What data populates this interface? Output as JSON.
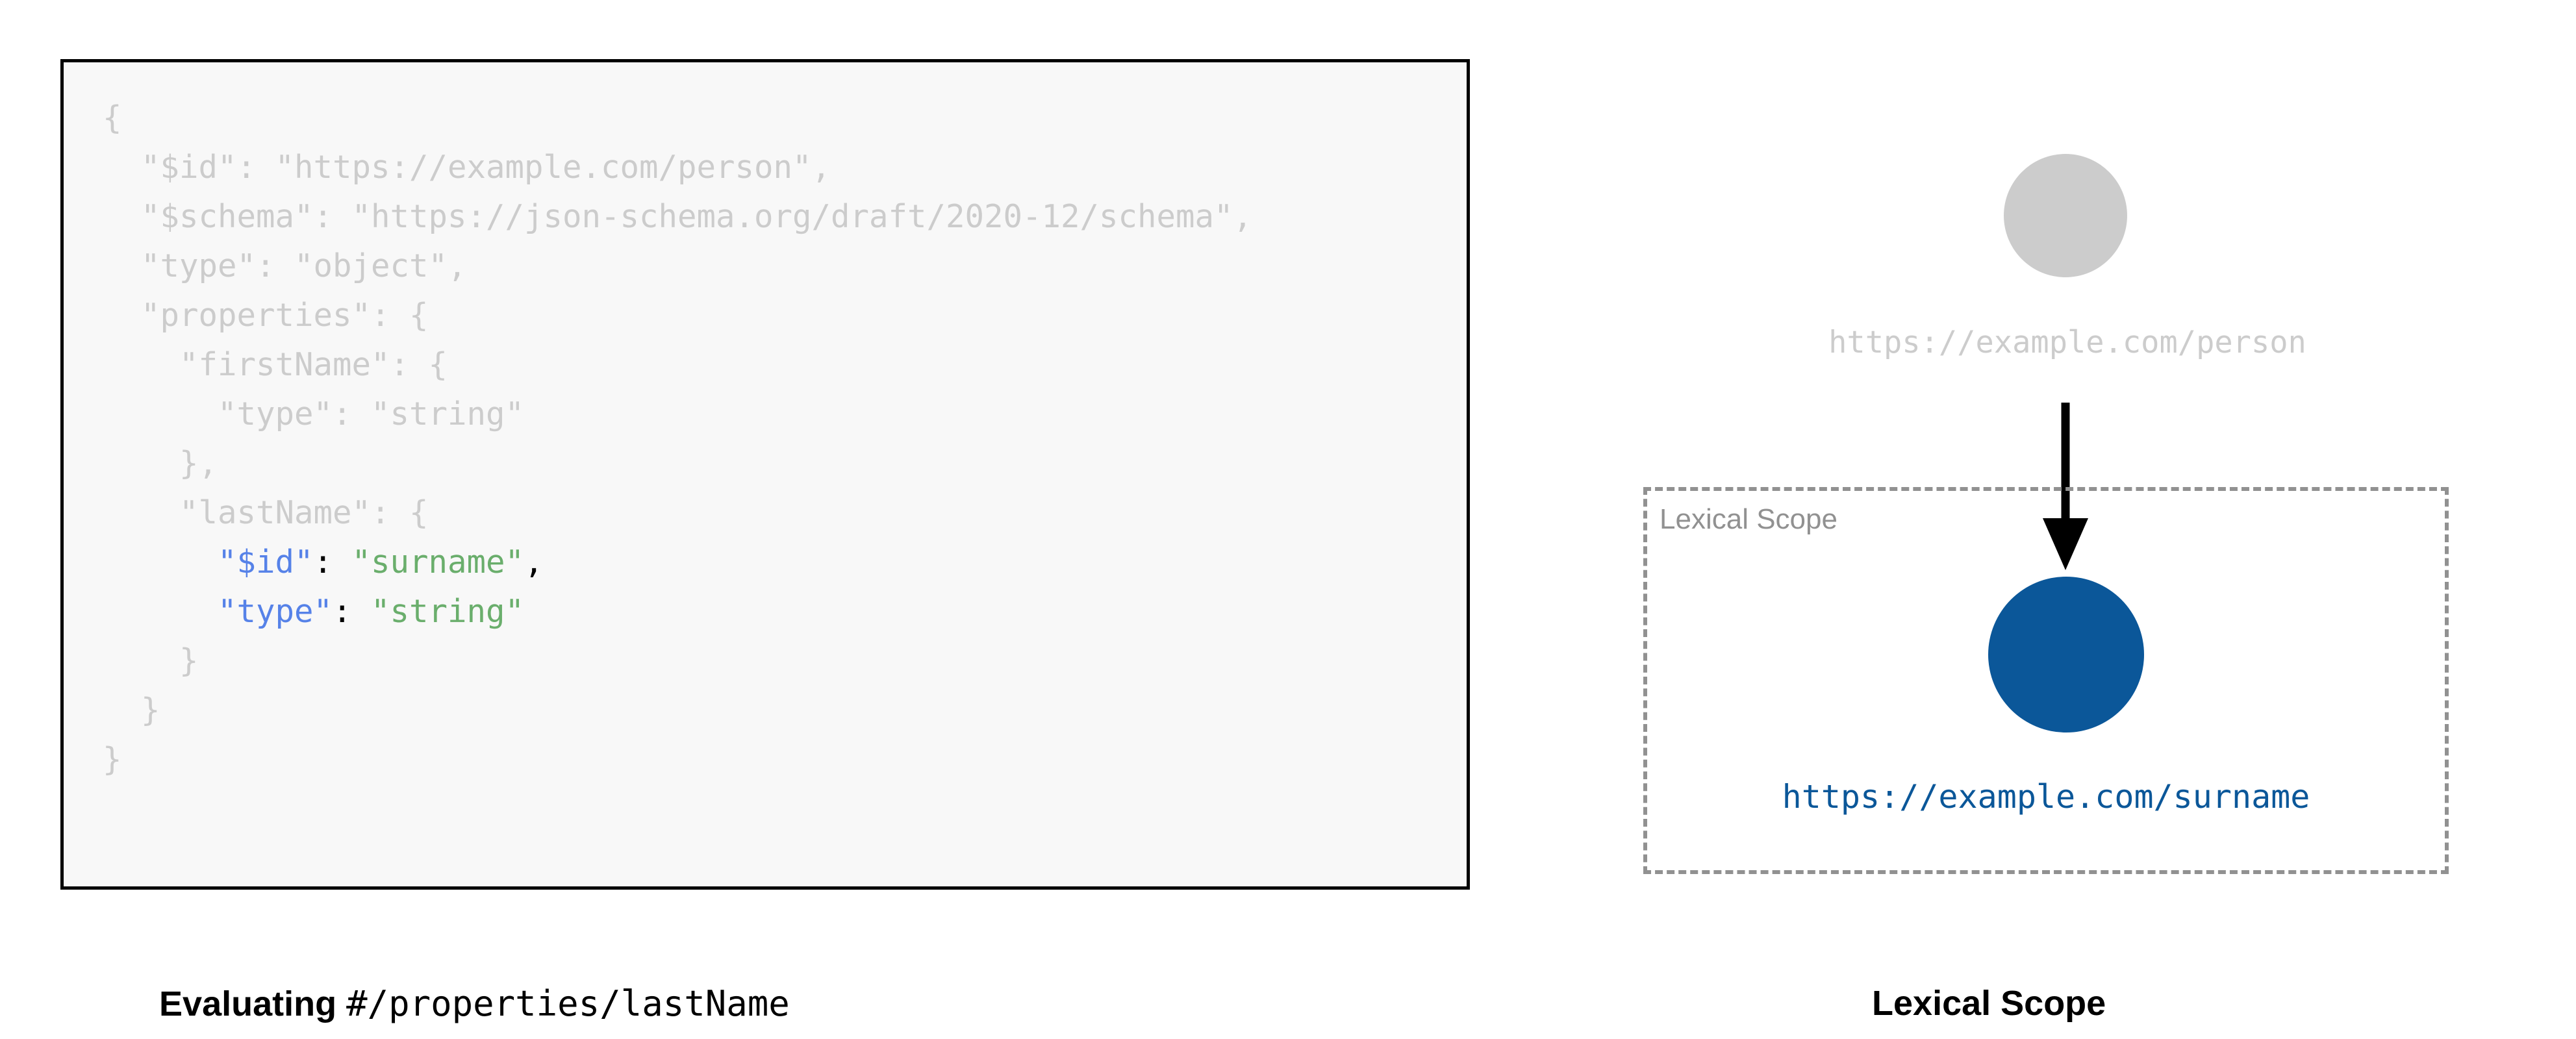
{
  "code_panel": {
    "language": "json",
    "lines": [
      {
        "indent": 0,
        "segments": [
          {
            "text": "{",
            "style": "dim"
          }
        ]
      },
      {
        "indent": 1,
        "segments": [
          {
            "text": "\"$id\": \"https://example.com/person\",",
            "style": "dim"
          }
        ]
      },
      {
        "indent": 1,
        "segments": [
          {
            "text": "\"$schema\": \"https://json-schema.org/draft/2020-12/schema\",",
            "style": "dim"
          }
        ]
      },
      {
        "indent": 1,
        "segments": [
          {
            "text": "\"type\": \"object\",",
            "style": "dim"
          }
        ]
      },
      {
        "indent": 1,
        "segments": [
          {
            "text": "\"properties\": {",
            "style": "dim"
          }
        ]
      },
      {
        "indent": 2,
        "segments": [
          {
            "text": "\"firstName\": {",
            "style": "dim"
          }
        ]
      },
      {
        "indent": 3,
        "segments": [
          {
            "text": "\"type\": \"string\"",
            "style": "dim"
          }
        ]
      },
      {
        "indent": 2,
        "segments": [
          {
            "text": "},",
            "style": "dim"
          }
        ]
      },
      {
        "indent": 2,
        "segments": [
          {
            "text": "\"lastName\": {",
            "style": "dim"
          }
        ]
      },
      {
        "indent": 3,
        "segments": [
          {
            "text": "\"$id\"",
            "style": "key"
          },
          {
            "text": ": ",
            "style": "punct"
          },
          {
            "text": "\"surname\"",
            "style": "str"
          },
          {
            "text": ",",
            "style": "punct"
          }
        ]
      },
      {
        "indent": 3,
        "segments": [
          {
            "text": "\"type\"",
            "style": "key"
          },
          {
            "text": ": ",
            "style": "punct"
          },
          {
            "text": "\"string\"",
            "style": "str"
          }
        ]
      },
      {
        "indent": 2,
        "segments": [
          {
            "text": "}",
            "style": "dim"
          }
        ]
      },
      {
        "indent": 1,
        "segments": [
          {
            "text": "}",
            "style": "dim"
          }
        ]
      },
      {
        "indent": 0,
        "segments": [
          {
            "text": "}",
            "style": "dim"
          }
        ]
      }
    ]
  },
  "captions": {
    "left_bold": "Evaluating ",
    "left_mono": "#/properties/lastName",
    "right": "Lexical Scope"
  },
  "diagram": {
    "parent_node": {
      "shape": "circle",
      "color": "#cccccc",
      "label": "https://example.com/person"
    },
    "arrow": {
      "name": "down-arrow-icon",
      "color": "#000000"
    },
    "scope_box": {
      "label": "Lexical Scope",
      "border_color": "#919191",
      "border_style": "dashed"
    },
    "child_node": {
      "shape": "circle",
      "color": "#0b5799",
      "label": "https://example.com/surname"
    }
  },
  "colors": {
    "dim_text": "#cccccc",
    "key_blue": "#5682e8",
    "string_green": "#6aae6c",
    "punctuation": "#000000",
    "node_blue": "#0b5799",
    "node_grey": "#cccccc",
    "scope_grey": "#919191",
    "panel_background": "#f8f8f8",
    "panel_border": "#000000"
  }
}
